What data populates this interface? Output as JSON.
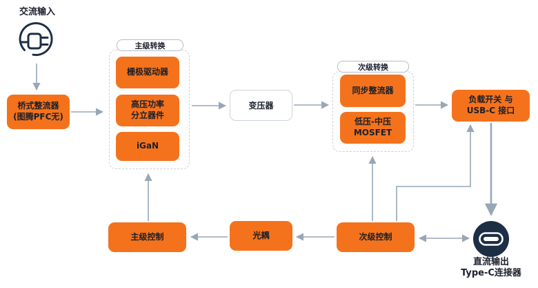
{
  "colors": {
    "accent": "#F4721C",
    "navy": "#1D2F45",
    "arrow": "#98A6B6",
    "text-dark": "#1A1F2B",
    "group-border": "#CDD1D8",
    "plain-border": "#CCD3DD",
    "pill-border": "#B6BCC6"
  },
  "diagram": {
    "ac_input": {
      "label": "交流输入",
      "icon": "power-plug-icon"
    },
    "bridge_rectifier": {
      "label": "桥式整流器\n(图腾PFC无)"
    },
    "primary_group": {
      "title": "主级转换",
      "items": [
        {
          "label": "栅极驱动器"
        },
        {
          "label": "高压功率\n分立器件"
        },
        {
          "label": "iGaN"
        }
      ]
    },
    "transformer": {
      "label": "变压器"
    },
    "secondary_group": {
      "title": "次级转换",
      "items": [
        {
          "label": "同步整流器"
        },
        {
          "label": "低压-中压\nMOSFET"
        }
      ]
    },
    "load_switch": {
      "label": "负载开关 与\nUSB-C 接口"
    },
    "primary_control": {
      "label": "主级控制"
    },
    "optocoupler": {
      "label": "光耦"
    },
    "secondary_control": {
      "label": "次级控制"
    },
    "dc_output": {
      "line1": "直流输出",
      "line2": "Type-C连接器",
      "icon": "usb-c-connector-icon"
    }
  }
}
